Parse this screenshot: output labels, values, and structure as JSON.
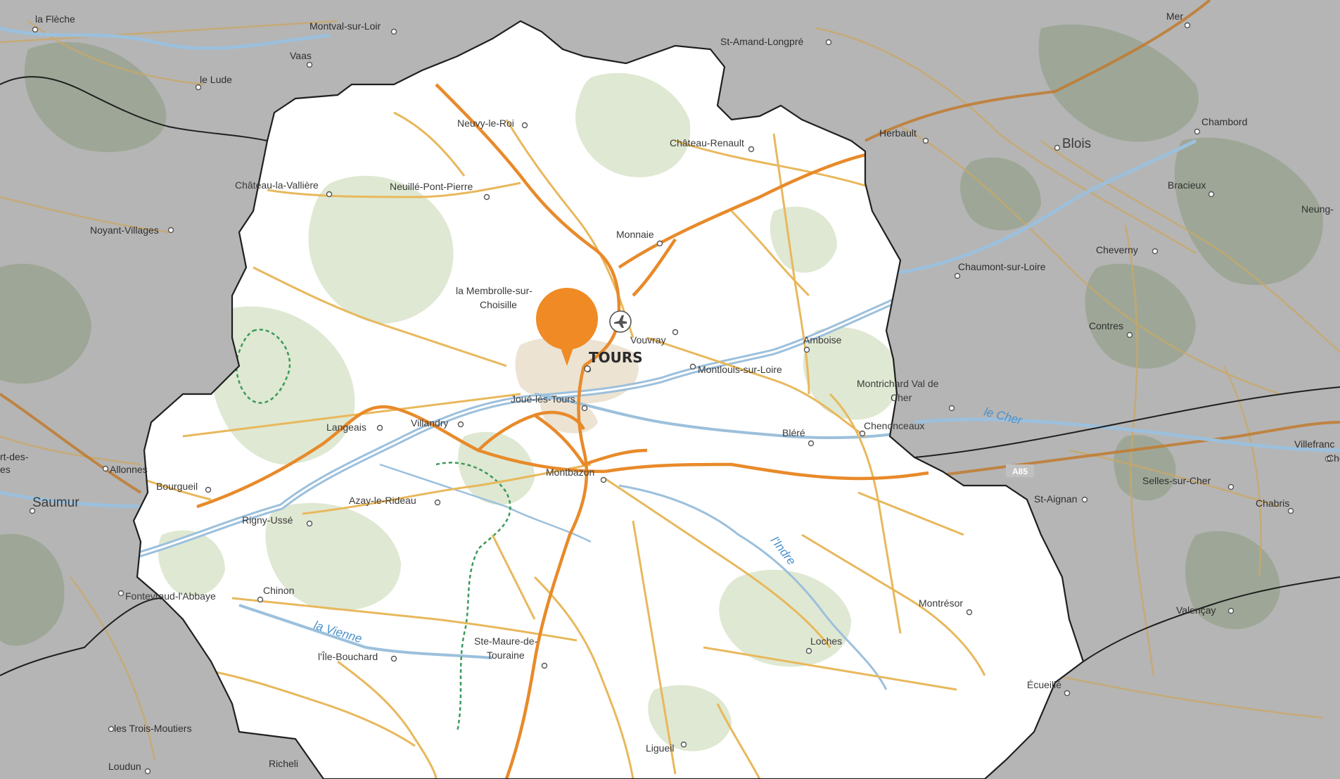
{
  "map": {
    "highlight_color": "#f08a24",
    "region_fill": "#ffffff",
    "outside_fill": "#b5b5b5",
    "icons": {
      "marker": "map-pin-icon",
      "airport": "airport-icon",
      "motorway_shield": "motorway-shield-icon"
    },
    "main_city": "TOURS",
    "inside_places": [
      "Neuvy-le-Roi",
      "Château-Renault",
      "Château-la-Vallière",
      "Neuillé-Pont-Pierre",
      "Monnaie",
      "la Membrolle-sur-",
      "Choisille",
      "Vouvray",
      "Amboise",
      "Montlouis-sur-Loire",
      "Montrichard Val de",
      "Cher",
      "Joué-lès-Tours",
      "Langeais",
      "Villandry",
      "Bléré",
      "Chenonceaux",
      "Bourgueil",
      "Montbazon",
      "Azay-le-Rideau",
      "Rigny-Ussé",
      "Chinon",
      "Fontevraud-l'Abbaye",
      "Ste-Maure-de-",
      "Touraine",
      "l'Île-Bouchard",
      "Loches",
      "Montrésor",
      "Écueillé",
      "Ligueil"
    ],
    "outside_places": [
      "la Flèche",
      "Montval-sur-Loir",
      "Vaas",
      "le Lude",
      "St-Amand-Longpré",
      "Mer",
      "Herbault",
      "Blois",
      "Chambord",
      "Bracieux",
      "Neung-",
      "Noyant-Villages",
      "Cheverny",
      "Chaumont-sur-Loire",
      "Contres",
      "Villefranc",
      "Che",
      "Selles-sur-Cher",
      "St-Aignan",
      "Chabris",
      "rt-des-",
      "es",
      "Allonnes",
      "Saumur",
      "Valençay",
      "les Trois-Moutiers",
      "Loudun",
      "Richeli"
    ],
    "rivers": [
      "le Cher",
      "l'Indre",
      "la Vienne"
    ],
    "motorway_label": "A85"
  }
}
